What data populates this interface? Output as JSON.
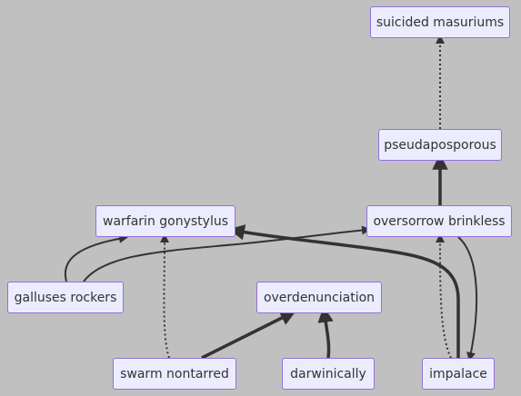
{
  "nodes": {
    "suicided": "suicided masuriums",
    "pseudapo": "pseudaposporous",
    "warfarin": "warfarin gonystylus",
    "oversorrow": "oversorrow brinkless",
    "galluses": "galluses rockers",
    "overden": "overdenunciation",
    "swarm": "swarm nontarred",
    "darwin": "darwinically",
    "impalace": "impalace"
  },
  "colors": {
    "background": "#c0c0c0",
    "node_fill": "#ececff",
    "node_border": "#9370db",
    "edge": "#333333"
  }
}
